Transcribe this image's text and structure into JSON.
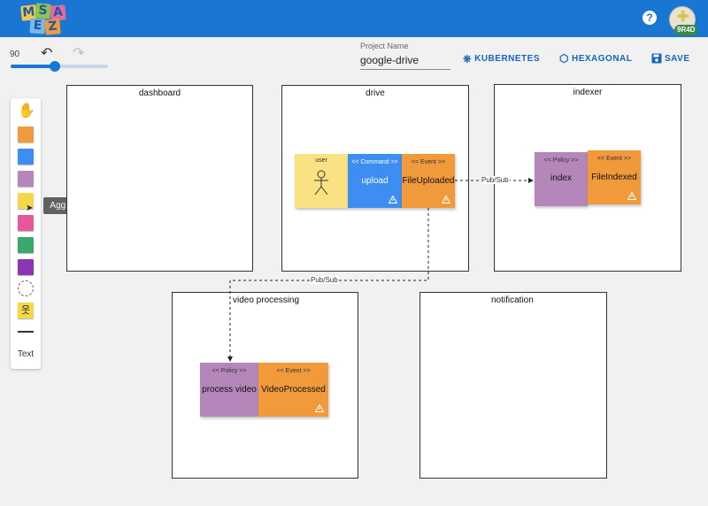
{
  "app": {
    "logo_letters": [
      "M",
      "S",
      "A",
      "E",
      "Z"
    ],
    "help_icon": "?",
    "avatar_badge": "9R4D",
    "colors": {
      "topbar": "#1976d2",
      "policy": "#b486b9",
      "command": "#3d8ef0",
      "event": "#f09a3c",
      "actor": "#fae282"
    }
  },
  "toolbar": {
    "zoom_value": "90",
    "zoom_fraction": 0.45,
    "project_label": "Project Name",
    "project_name": "google-drive",
    "kubernetes_label": "KUBERNETES",
    "hexagonal_label": "HEXAGONAL",
    "save_label": "SAVE"
  },
  "palette": {
    "text_label": "Text",
    "tooltip": "Aggregate"
  },
  "contexts": {
    "dashboard": "dashboard",
    "drive": "drive",
    "indexer": "indexer",
    "video_processing": "video processing",
    "notification": "notification"
  },
  "stickers": {
    "user": {
      "name": "user"
    },
    "upload": {
      "type": "<< Command >>",
      "name": "upload"
    },
    "file_uploaded": {
      "type": "<< Event >>",
      "name": "FileUploaded"
    },
    "index": {
      "type": "<< Policy >>",
      "name": "index"
    },
    "file_indexed": {
      "type": "<< Event >>",
      "name": "FileIndexed"
    },
    "process_video": {
      "type": "<< Policy >>",
      "name": "process video"
    },
    "video_processed": {
      "type": "<< Event >>",
      "name": "VideoProcessed"
    }
  },
  "edges": {
    "pubsub_1": "Pub/Sub",
    "pubsub_2": "Pub/Sub"
  }
}
